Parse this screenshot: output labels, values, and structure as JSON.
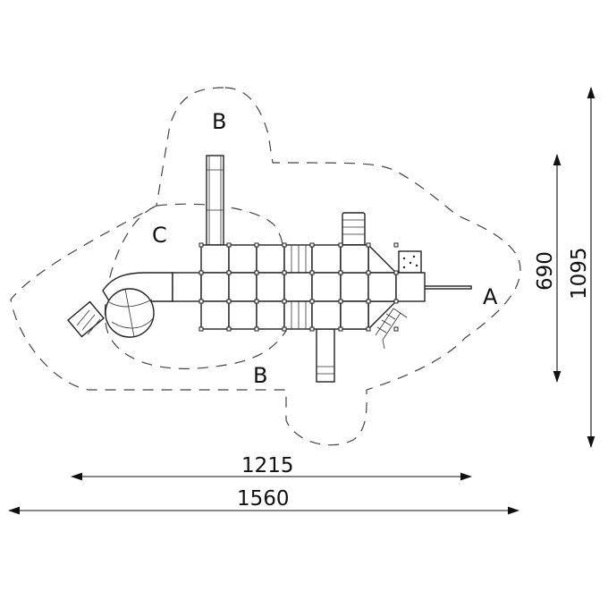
{
  "zones": {
    "a": "A",
    "b_top": "B",
    "b_bottom": "B",
    "c": "C"
  },
  "dimensions": {
    "inner_width": "1215",
    "outer_width": "1560",
    "inner_height": "690",
    "outer_height": "1095"
  }
}
